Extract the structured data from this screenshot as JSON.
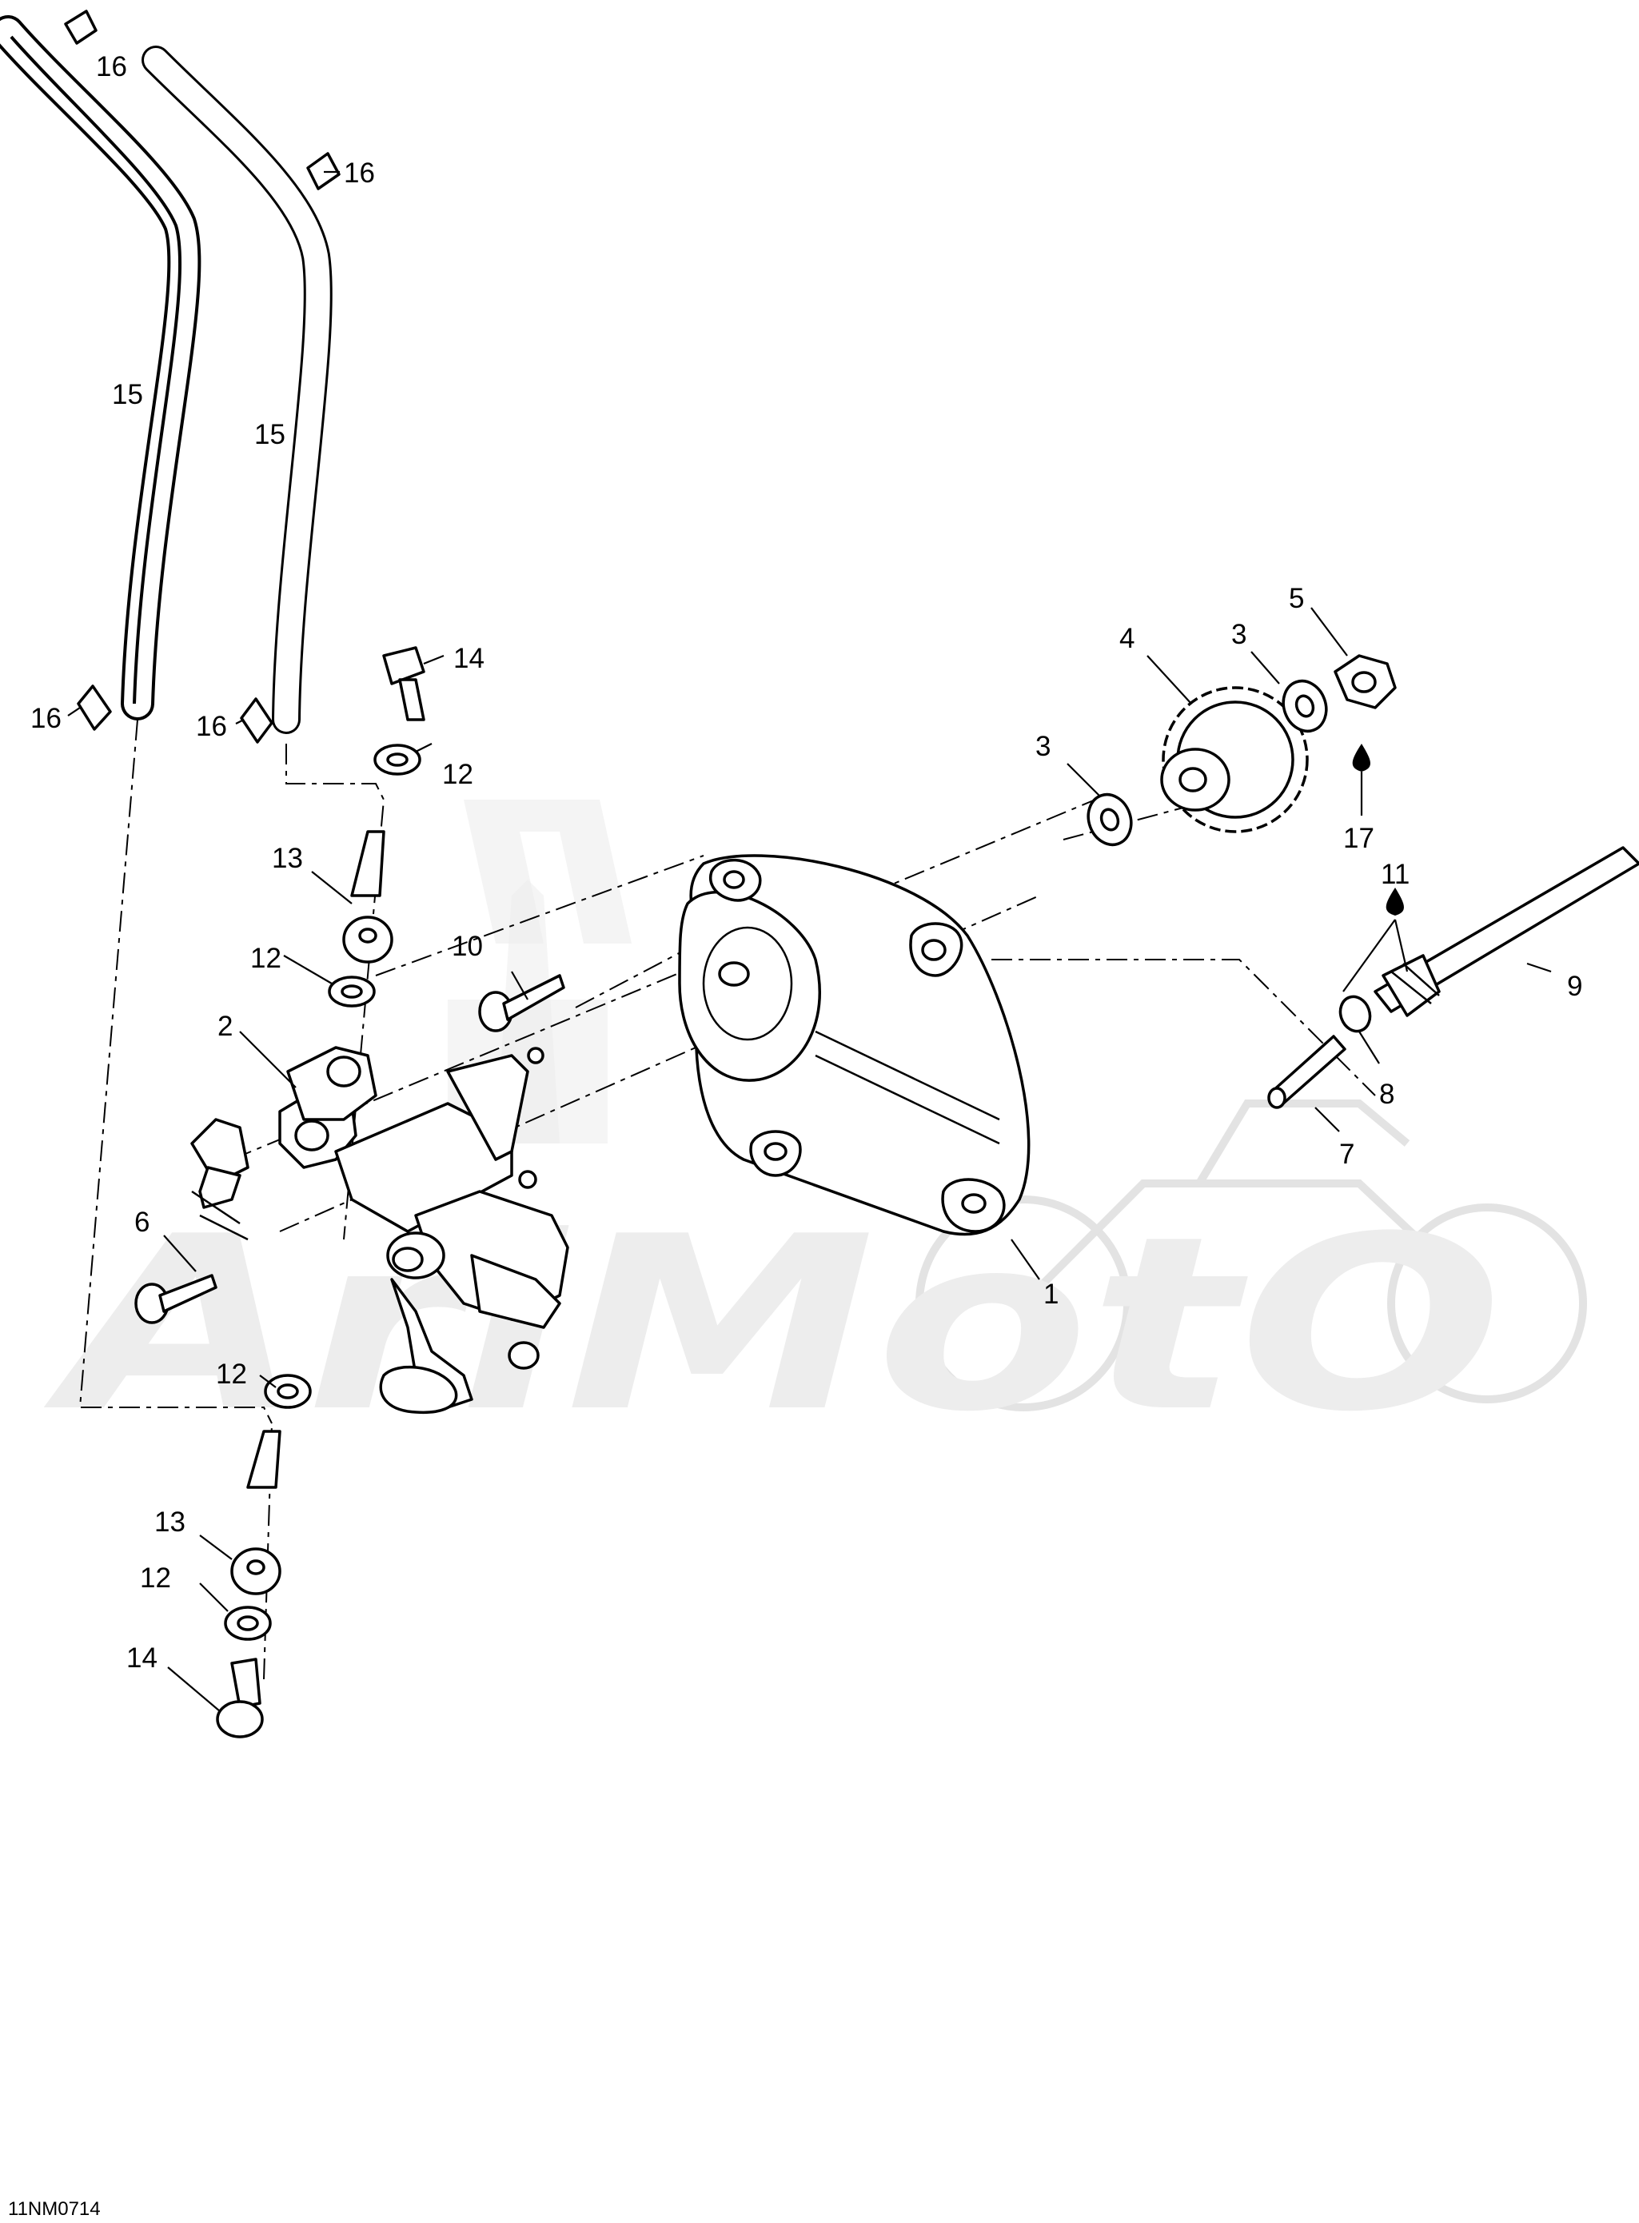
{
  "drawing_code": "11NM0714",
  "watermark_text": "AriMotO",
  "callouts": [
    {
      "id": "c1",
      "label": "1"
    },
    {
      "id": "c2",
      "label": "2"
    },
    {
      "id": "c3a",
      "label": "3"
    },
    {
      "id": "c3b",
      "label": "3"
    },
    {
      "id": "c4",
      "label": "4"
    },
    {
      "id": "c5",
      "label": "5"
    },
    {
      "id": "c6",
      "label": "6"
    },
    {
      "id": "c7",
      "label": "7"
    },
    {
      "id": "c8",
      "label": "8"
    },
    {
      "id": "c9",
      "label": "9"
    },
    {
      "id": "c10",
      "label": "10"
    },
    {
      "id": "c11",
      "label": "11"
    },
    {
      "id": "c12a",
      "label": "12"
    },
    {
      "id": "c12b",
      "label": "12"
    },
    {
      "id": "c12c",
      "label": "12"
    },
    {
      "id": "c12d",
      "label": "12"
    },
    {
      "id": "c13a",
      "label": "13"
    },
    {
      "id": "c13b",
      "label": "13"
    },
    {
      "id": "c14a",
      "label": "14"
    },
    {
      "id": "c14b",
      "label": "14"
    },
    {
      "id": "c15a",
      "label": "15"
    },
    {
      "id": "c15b",
      "label": "15"
    },
    {
      "id": "c16a",
      "label": "16"
    },
    {
      "id": "c16b",
      "label": "16"
    },
    {
      "id": "c16c",
      "label": "16"
    },
    {
      "id": "c16d",
      "label": "16"
    },
    {
      "id": "c17",
      "label": "17"
    }
  ]
}
